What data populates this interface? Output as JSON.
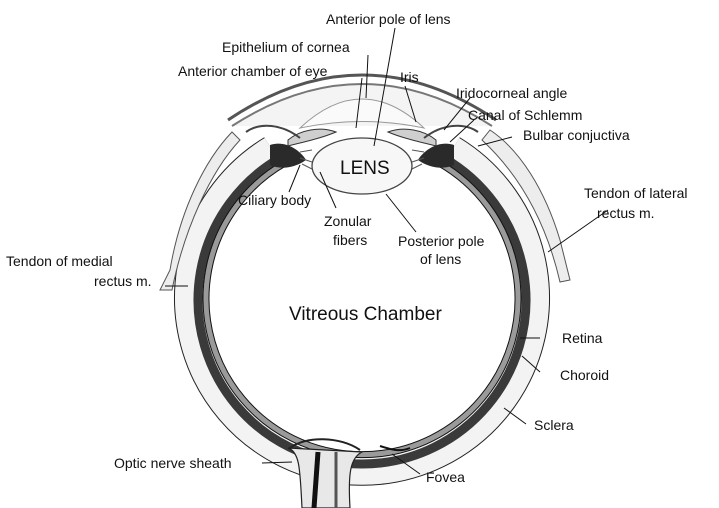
{
  "labels": {
    "anterior_pole": "Anterior pole of lens",
    "epithelium_cornea": "Epithelium of cornea",
    "anterior_chamber": "Anterior chamber of eye",
    "iris": "Iris",
    "iridocorneal_angle": "Iridocorneal angle",
    "canal_schlemm": "Canal of Schlemm",
    "bulbar_conjunctiva": "Bulbar conjuctiva",
    "lens": "LENS",
    "ciliary_body": "Ciliary body",
    "zonular_1": "Zonular",
    "zonular_2": "fibers",
    "posterior_pole_1": "Posterior pole",
    "posterior_pole_2": "of lens",
    "tendon_lateral_1": "Tendon of lateral",
    "tendon_lateral_2": "rectus m.",
    "tendon_medial_1": "Tendon of medial",
    "tendon_medial_2": "rectus m.",
    "vitreous": "Vitreous Chamber",
    "retina": "Retina",
    "choroid": "Choroid",
    "sclera": "Sclera",
    "optic_sheath": "Optic nerve sheath",
    "fovea": "Fovea"
  }
}
